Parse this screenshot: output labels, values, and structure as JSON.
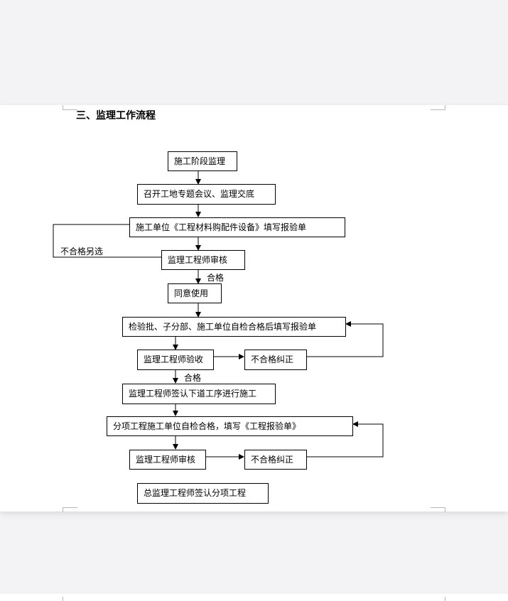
{
  "title": "三、监理工作流程",
  "nodes": {
    "n1": "施工阶段监理",
    "n2": "召开工地专题会议、监理交底",
    "n3": "施工单位《工程材料购配件设备》填写报验单",
    "n4": "监理工程师审核",
    "n5": "同意使用",
    "n6": "检验批、子分部、施工单位自检合格后填写报验单",
    "n7": "监理工程师验收",
    "n8": "不合格纠正",
    "n9": "监理工程师签认下道工序进行施工",
    "n10": "分项工程施工单位自检合格，填写《工程报验单》",
    "n11": "监理工程师审核",
    "n12": "不合格纠正",
    "n13": "总监理工程师签认分项工程"
  },
  "labels": {
    "reject_alt": "不合格另选",
    "pass1": "合格",
    "pass2": "合格"
  }
}
